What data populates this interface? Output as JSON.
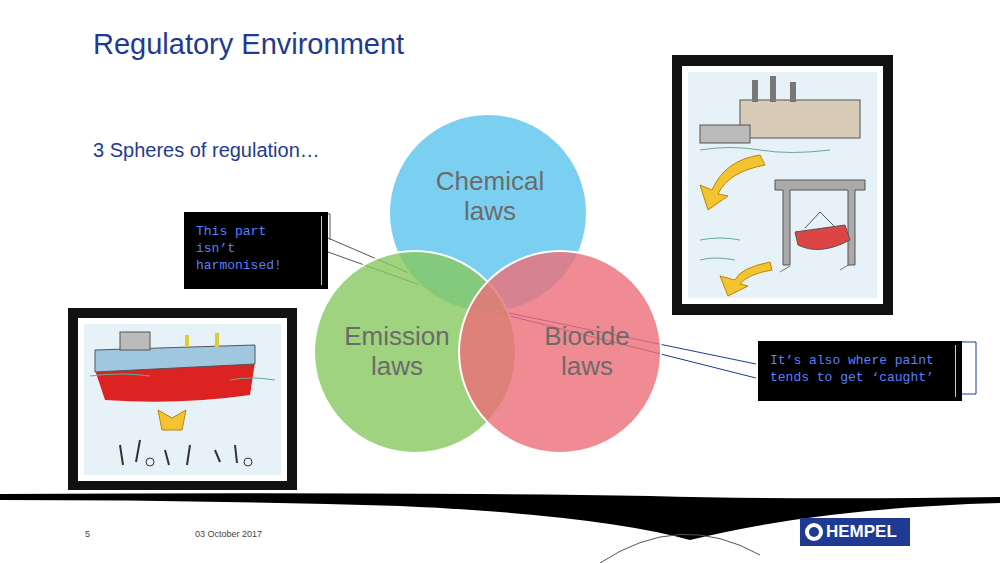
{
  "diagram": {
    "title": "Regulatory Environment",
    "nodes": [
      {
        "text": [
          "Chemical laws"
        ]
      },
      {
        "text": [
          "This part isn’t harmonised!"
        ]
      },
      {
        "text": [
          "Emission laws"
        ]
      },
      {
        "text": [
          "Biocide laws"
        ]
      },
      {
        "text": [
          "It’s also where paint tends to get ‘caught’"
        ]
      }
    ],
    "labels": [
      "3 Spheres of regulation…",
      "5",
      "03 October 2017",
      "HEMPEL"
    ]
  }
}
